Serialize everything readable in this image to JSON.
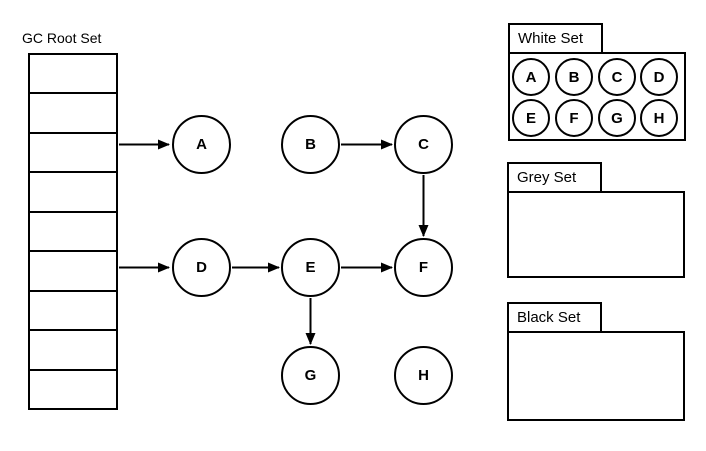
{
  "root_set": {
    "label": "GC Root Set",
    "slot_count": 9,
    "arrow_slots": [
      3,
      6
    ]
  },
  "graph": {
    "nodes": [
      {
        "label": "A"
      },
      {
        "label": "B"
      },
      {
        "label": "C"
      },
      {
        "label": "D"
      },
      {
        "label": "E"
      },
      {
        "label": "F"
      },
      {
        "label": "G"
      },
      {
        "label": "H"
      }
    ],
    "edges": [
      {
        "from": "root-set-slot-3",
        "to": "A"
      },
      {
        "from": "root-set-slot-6",
        "to": "D"
      },
      {
        "from": "B",
        "to": "C"
      },
      {
        "from": "C",
        "to": "F"
      },
      {
        "from": "D",
        "to": "E"
      },
      {
        "from": "E",
        "to": "F"
      },
      {
        "from": "E",
        "to": "G"
      }
    ]
  },
  "sets": {
    "white": {
      "label": "White Set",
      "members": [
        "A",
        "B",
        "C",
        "D",
        "E",
        "F",
        "G",
        "H"
      ]
    },
    "grey": {
      "label": "Grey Set",
      "members": []
    },
    "black": {
      "label": "Black Set",
      "members": []
    }
  },
  "colors": {
    "stroke": "#000000",
    "background": "#ffffff",
    "text": "#000000"
  }
}
